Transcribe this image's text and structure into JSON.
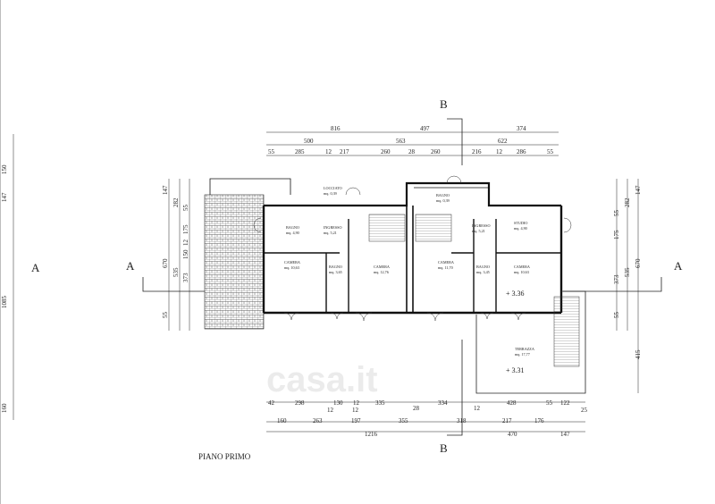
{
  "title": "PIANO PRIMO",
  "section_marks": {
    "b_top": "B",
    "b_bottom": "B",
    "a_left_far": "A",
    "a_left": "A",
    "a_right": "A"
  },
  "top_dims": {
    "row1": [
      "816",
      "497",
      "374"
    ],
    "row2": [
      "500",
      "563",
      "622"
    ],
    "row3": [
      "55",
      "285",
      "12",
      "217",
      "260",
      "28",
      "260",
      "216",
      "12",
      "286",
      "55"
    ]
  },
  "bottom_dims": {
    "row1": [
      "42",
      "298",
      "130",
      "12",
      "335",
      "28",
      "334",
      "12",
      "428",
      "55",
      "122",
      "25"
    ],
    "row1b": [
      "12",
      "12"
    ],
    "row2": [
      "160",
      "263",
      "197",
      "355",
      "318",
      "217",
      "176"
    ],
    "row3": [
      "1216",
      "470",
      "147"
    ]
  },
  "left_dims": {
    "outer": [
      "147",
      "670",
      "55"
    ],
    "inner": [
      "282",
      "535",
      "373"
    ],
    "stack": [
      "55",
      "175",
      "12",
      "150"
    ]
  },
  "right_dims": {
    "inner": [
      "55",
      "175",
      "373",
      "55"
    ],
    "middle": [
      "282",
      "535"
    ],
    "outer": [
      "147",
      "670",
      "415"
    ]
  },
  "far_left_dims": [
    "150",
    "147",
    "1085",
    "160"
  ],
  "rooms": [
    {
      "name": "LOCCIATO",
      "area": "mq. 0,39"
    },
    {
      "name": "INGRESSO",
      "area": "mq. 5,21"
    },
    {
      "name": "BAGNO",
      "area": "mq. 4,90"
    },
    {
      "name": "CAMERA",
      "area": "mq. 10,63"
    },
    {
      "name": "BAGNO",
      "area": "mq. 3,65"
    },
    {
      "name": "CAMERA",
      "area": "mq. 12,76"
    },
    {
      "name": "CAMERA",
      "area": "mq. 11,70"
    },
    {
      "name": "BAGNO",
      "area": "mq. 3,45"
    },
    {
      "name": "CAMERA",
      "area": "mq. 10,63"
    },
    {
      "name": "INGRESSO",
      "area": "mq. 5,21"
    },
    {
      "name": "STUDIO",
      "area": "mq. 4,90"
    },
    {
      "name": "BAGNO",
      "area": "mq. 0,39"
    },
    {
      "name": "TERRAZZA",
      "area": "mq. 17,77"
    }
  ],
  "levels": {
    "upper": "+ 3.36",
    "lower": "+ 3.31"
  },
  "watermark": "casa.it"
}
